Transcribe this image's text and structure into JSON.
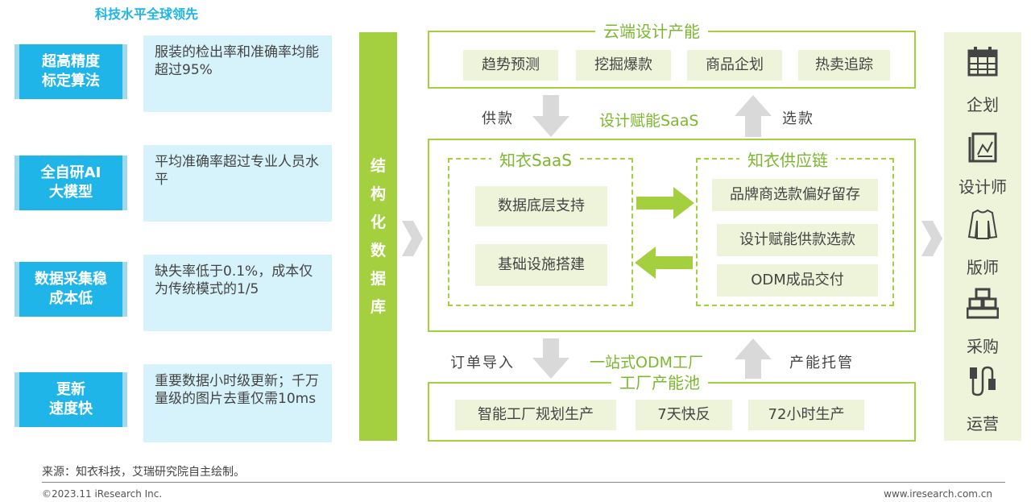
{
  "left": {
    "title": "科技水平全球领先",
    "features": [
      {
        "badge_line1": "超高精度",
        "badge_line2": "标定算法",
        "desc": "服装的检出率和准确率均能超过95%"
      },
      {
        "badge_line1": "全自研AI",
        "badge_line2": "大模型",
        "desc": "平均准确率超过专业人员水平"
      },
      {
        "badge_line1": "数据采集稳",
        "badge_line2": "成本低",
        "desc": "缺失率低于0.1%，成本仅为传统模式的1/5"
      },
      {
        "badge_line1": "更新",
        "badge_line2": "速度快",
        "desc": "重要数据小时级更新；千万量级的图片去重仅需10ms"
      }
    ]
  },
  "vbar": {
    "chars": [
      "结",
      "构",
      "化",
      "数",
      "据",
      "库"
    ]
  },
  "cloud": {
    "title": "云端设计产能",
    "items": [
      "趋势预测",
      "挖掘爆款",
      "商品企划",
      "热卖追踪"
    ]
  },
  "mid_labels": {
    "supply": "供款",
    "saas_center": "设计赋能SaaS",
    "select": "选款",
    "order_import": "订单导入",
    "odm_center": "一站式ODM工厂",
    "capacity_hosting": "产能托管"
  },
  "saas": {
    "title": "知衣SaaS",
    "items": [
      "数据底层支持",
      "基础设施搭建"
    ]
  },
  "supply_chain": {
    "title": "知衣供应链",
    "items": [
      "品牌商选款偏好留存",
      "设计赋能供款选款",
      "ODM成品交付"
    ]
  },
  "factory": {
    "title": "工厂产能池",
    "items": [
      "智能工厂规划生产",
      "7天快反",
      "72小时生产"
    ]
  },
  "roles": [
    {
      "icon": "calendar-icon",
      "label": "企划"
    },
    {
      "icon": "sketch-icon",
      "label": "设计师"
    },
    {
      "icon": "shirt-icon",
      "label": "版师"
    },
    {
      "icon": "boxes-icon",
      "label": "采购"
    },
    {
      "icon": "cable-icon",
      "label": "运营"
    }
  ],
  "colors": {
    "blue": "#1fb5e8",
    "green": "#a4cf3f",
    "light_green": "#eef4da",
    "light_blue": "#d6f2fa",
    "arrow_gray": "#d9d9d9"
  },
  "footer": {
    "source": "来源：知衣科技，艾瑞研究院自主绘制。",
    "copyright": "©2023.11 iResearch Inc.",
    "url": "www.iresearch.com.cn"
  }
}
